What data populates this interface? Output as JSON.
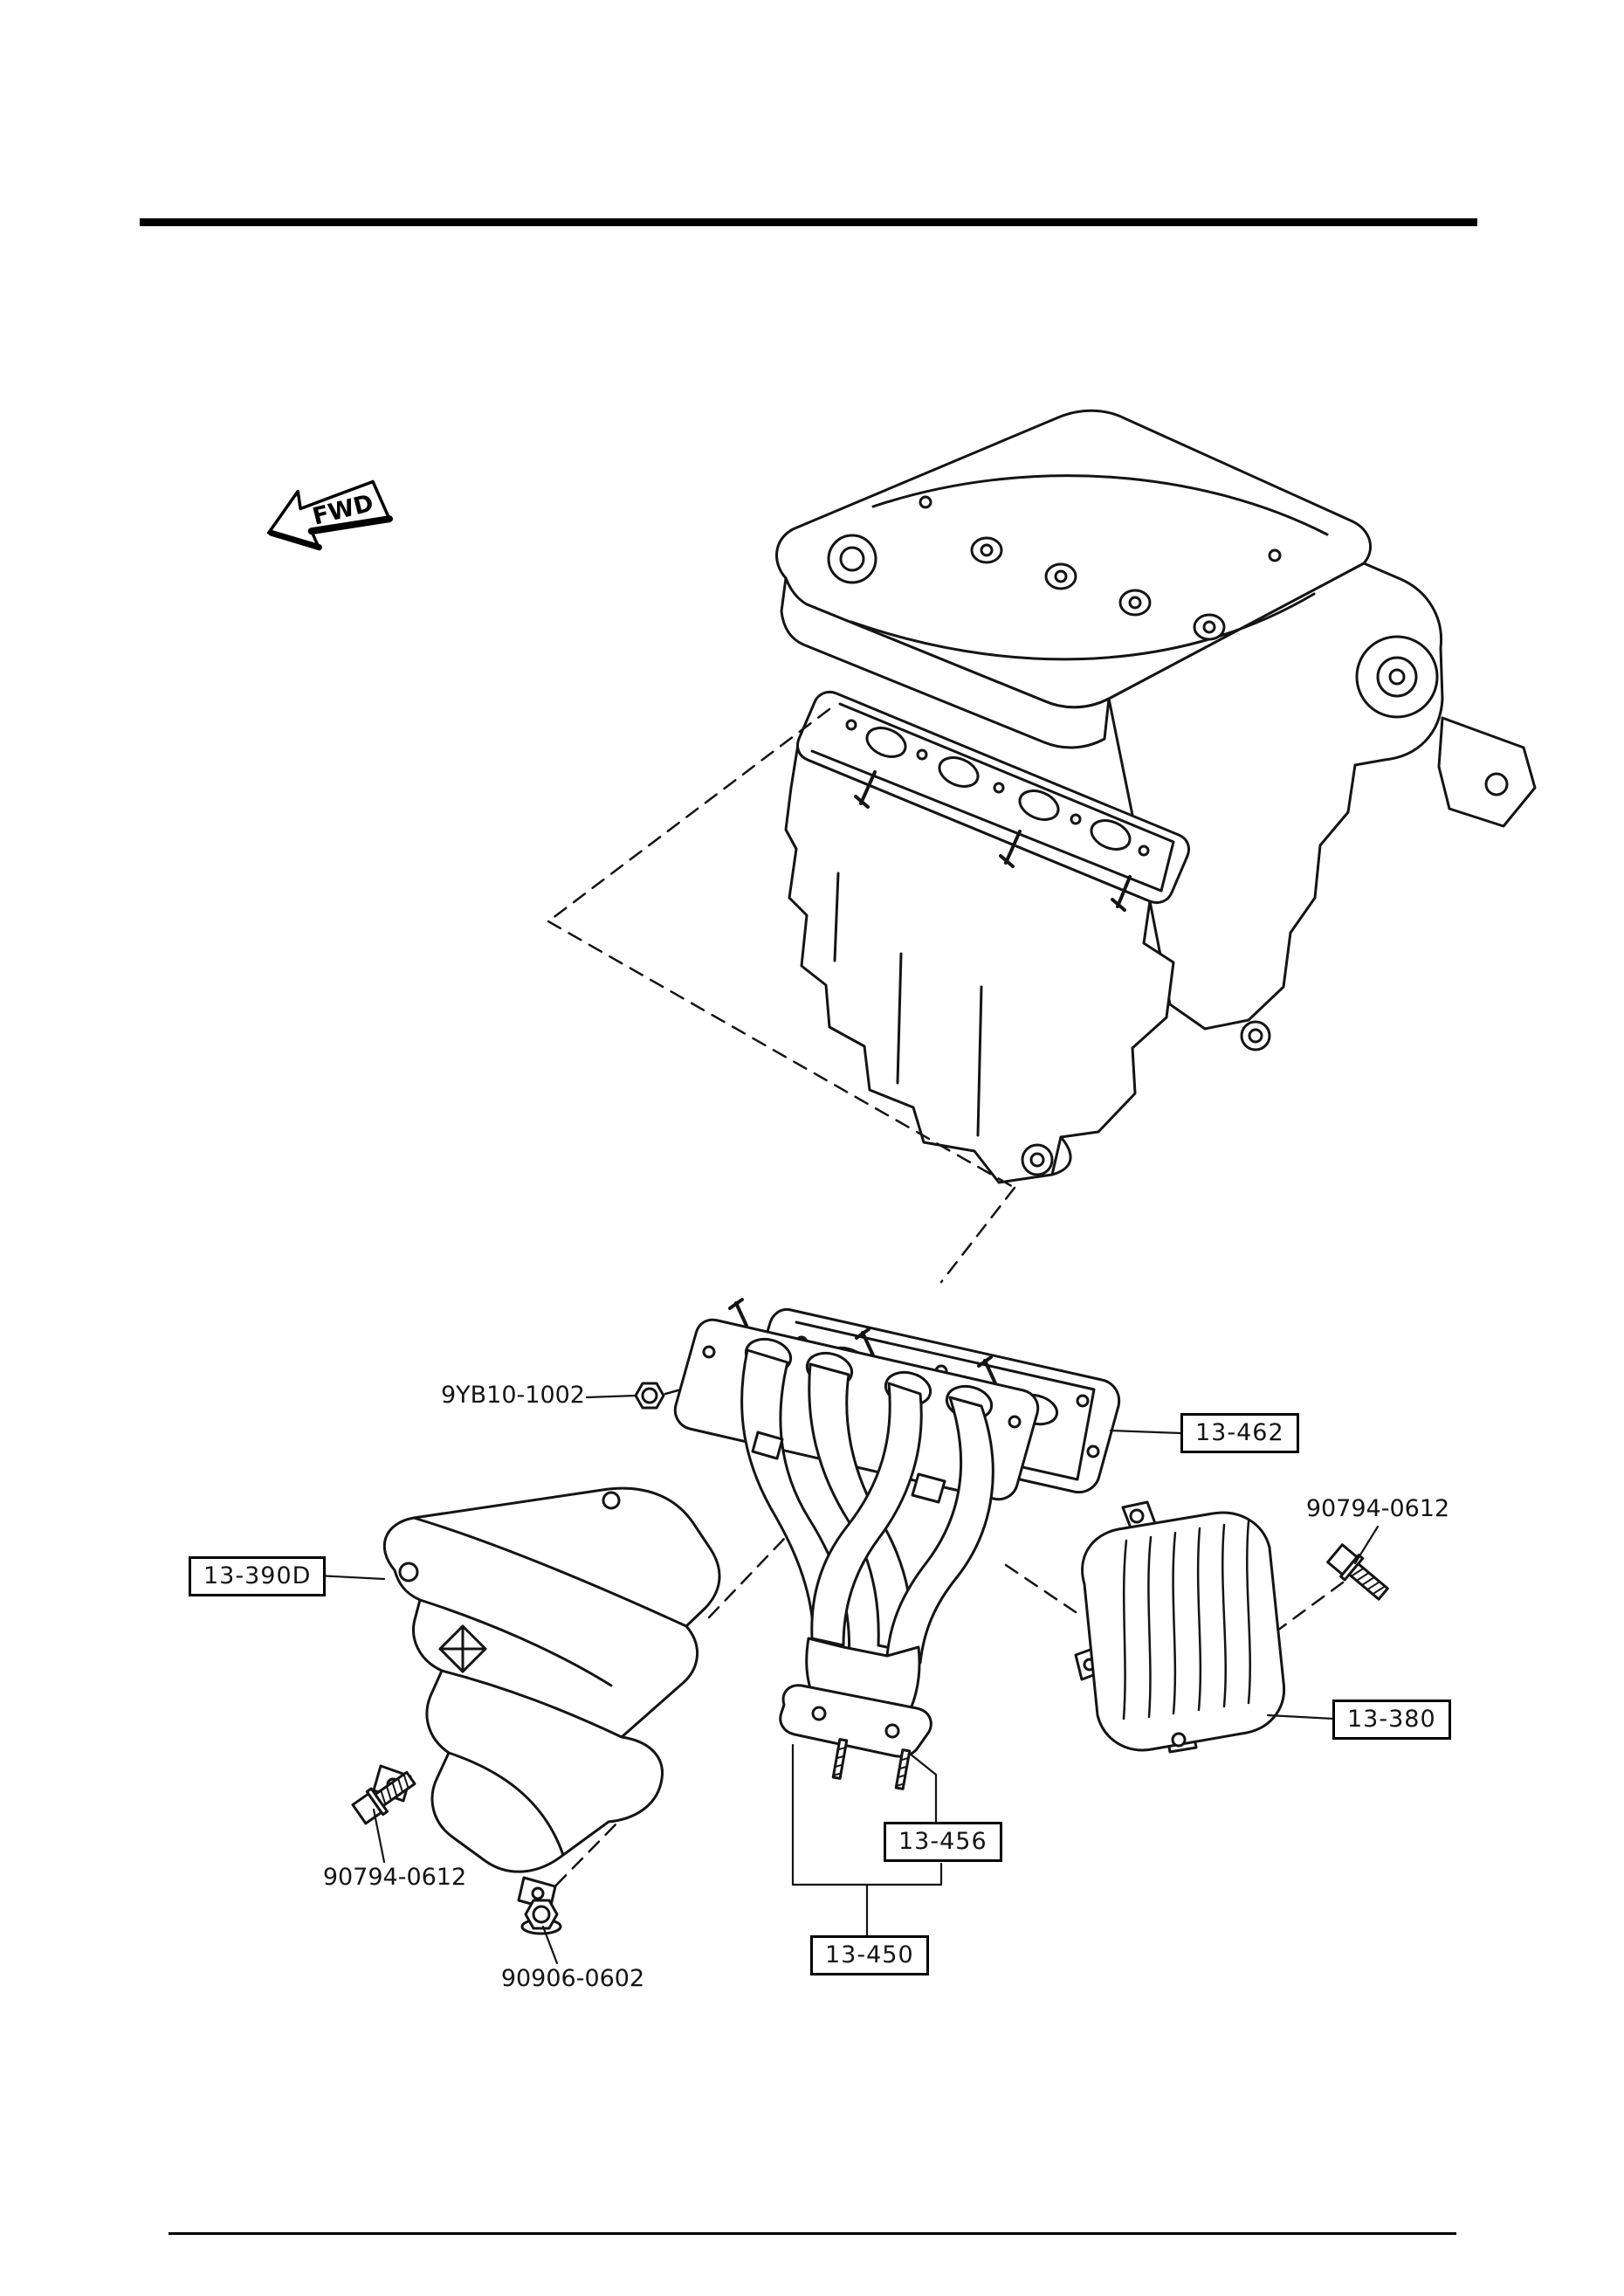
{
  "orientation": {
    "fwd_label": "FWD"
  },
  "colors": {
    "ink": "#141414",
    "paper": "#ffffff"
  },
  "part_labels": {
    "boxed": [
      {
        "id": "13-462",
        "text": "13-462"
      },
      {
        "id": "13-390D",
        "text": "13-390D"
      },
      {
        "id": "13-380",
        "text": "13-380"
      },
      {
        "id": "13-456",
        "text": "13-456"
      },
      {
        "id": "13-450",
        "text": "13-450"
      }
    ],
    "plain": [
      {
        "id": "9YB10-1002",
        "text": "9YB10-1002"
      },
      {
        "id": "90794-0612-upper",
        "text": "90794-0612"
      },
      {
        "id": "90794-0612-lower",
        "text": "90794-0612"
      },
      {
        "id": "90906-0602",
        "text": "90906-0602"
      }
    ]
  }
}
